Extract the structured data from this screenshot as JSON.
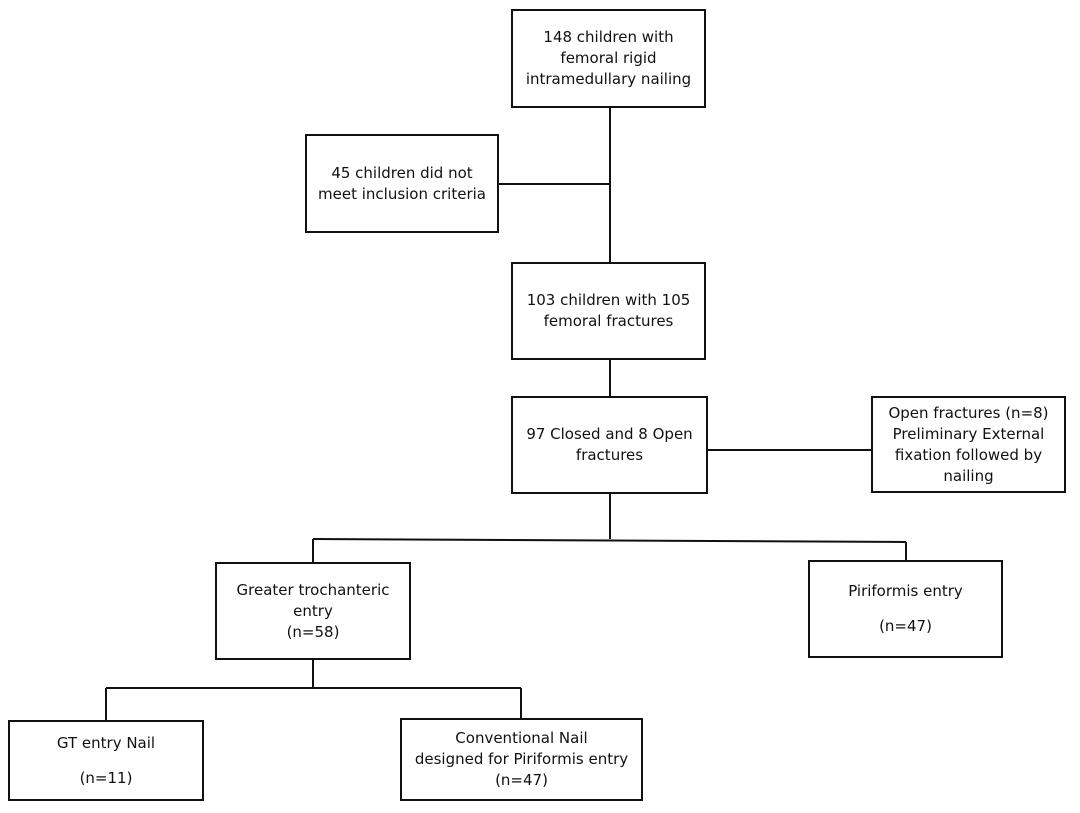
{
  "colors": {
    "line": "#111111",
    "box_border": "#111111",
    "text": "#111111",
    "background": "#ffffff"
  },
  "nodes": {
    "start": {
      "lines": [
        "148 children with",
        "femoral rigid",
        "intramedullary nailing"
      ]
    },
    "excluded": {
      "lines": [
        "45 children did not",
        "meet inclusion criteria"
      ]
    },
    "eligible": {
      "lines": [
        "103 children with 105",
        "femoral fractures"
      ]
    },
    "closed_open": {
      "lines": [
        "97 Closed and 8 Open",
        "fractures"
      ]
    },
    "open_fractures": {
      "lines": [
        "Open fractures (n=8)",
        "Preliminary External",
        "fixation followed by",
        "nailing"
      ]
    },
    "gt_entry": {
      "title": [
        "Greater trochanteric",
        "entry"
      ],
      "count": "(n=58)"
    },
    "piriformis_entry": {
      "title": [
        "Piriformis entry"
      ],
      "count": "(n=47)"
    },
    "gt_nail": {
      "title": [
        "GT entry Nail"
      ],
      "count": "(n=11)"
    },
    "conventional_nail": {
      "title": [
        "Conventional Nail",
        "designed for Piriformis entry"
      ],
      "count": "(n=47)"
    }
  }
}
